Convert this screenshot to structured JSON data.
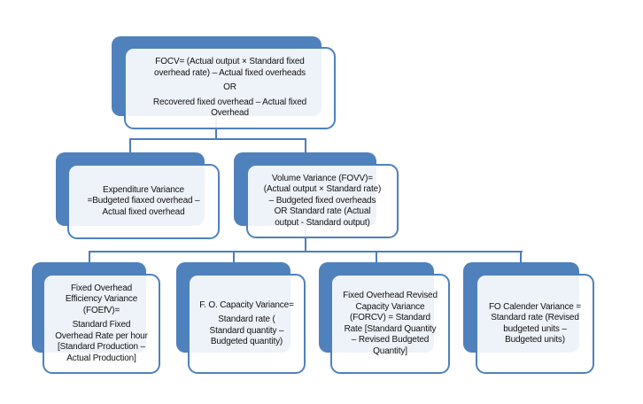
{
  "diagram": {
    "colors": {
      "accent": "#4F81BD",
      "connector": "#4A7EBB",
      "background": "#FFFFFF",
      "text": "#111111"
    },
    "nodes": [
      {
        "id": "focv",
        "paragraphs": [
          "FOCV= (Actual output × Standard fixed\noverhead rate) – Actual fixed overheads",
          "OR",
          "Recovered fixed overhead – Actual fixed\nOverhead"
        ]
      },
      {
        "id": "expenditure-variance",
        "paragraphs": [
          "Expenditure Variance\n=Budgeted fiaxed overhead –\nActual fixed overhead"
        ]
      },
      {
        "id": "volume-variance",
        "paragraphs": [
          "Volume Variance (FOVV)=\n(Actual output × Standard rate)\n– Budgeted fixed overheads\nOR Standard rate (Actual\noutput - Standard output)"
        ]
      },
      {
        "id": "efficiency-variance",
        "paragraphs": [
          "Fixed Overhead\nEfficiency Variance\n(FOEfV)=",
          "Standard Fixed\nOverhead Rate per hour\n[Standard Production –\nActual Production]"
        ]
      },
      {
        "id": "capacity-variance",
        "paragraphs": [
          "F. O. Capacity Variance=",
          "Standard rate (\nStandard quantity –\nBudgeted quantity)"
        ]
      },
      {
        "id": "revised-capacity-variance",
        "paragraphs": [
          "Fixed Overhead Revised\nCapacity Variance\n(FORCV) = Standard\nRate [Standard Quantity\n– Revised Budgeted\nQuantity]"
        ]
      },
      {
        "id": "calender-variance",
        "paragraphs": [
          "FO Calender Variance =\nStandard rate (Revised\nbudgeted units –\nBudgeted units)"
        ]
      }
    ],
    "edges": [
      {
        "from": "focv",
        "to": "expenditure-variance"
      },
      {
        "from": "focv",
        "to": "volume-variance"
      },
      {
        "from": "volume-variance",
        "to": "efficiency-variance"
      },
      {
        "from": "volume-variance",
        "to": "capacity-variance"
      },
      {
        "from": "volume-variance",
        "to": "revised-capacity-variance"
      },
      {
        "from": "volume-variance",
        "to": "calender-variance"
      }
    ]
  }
}
